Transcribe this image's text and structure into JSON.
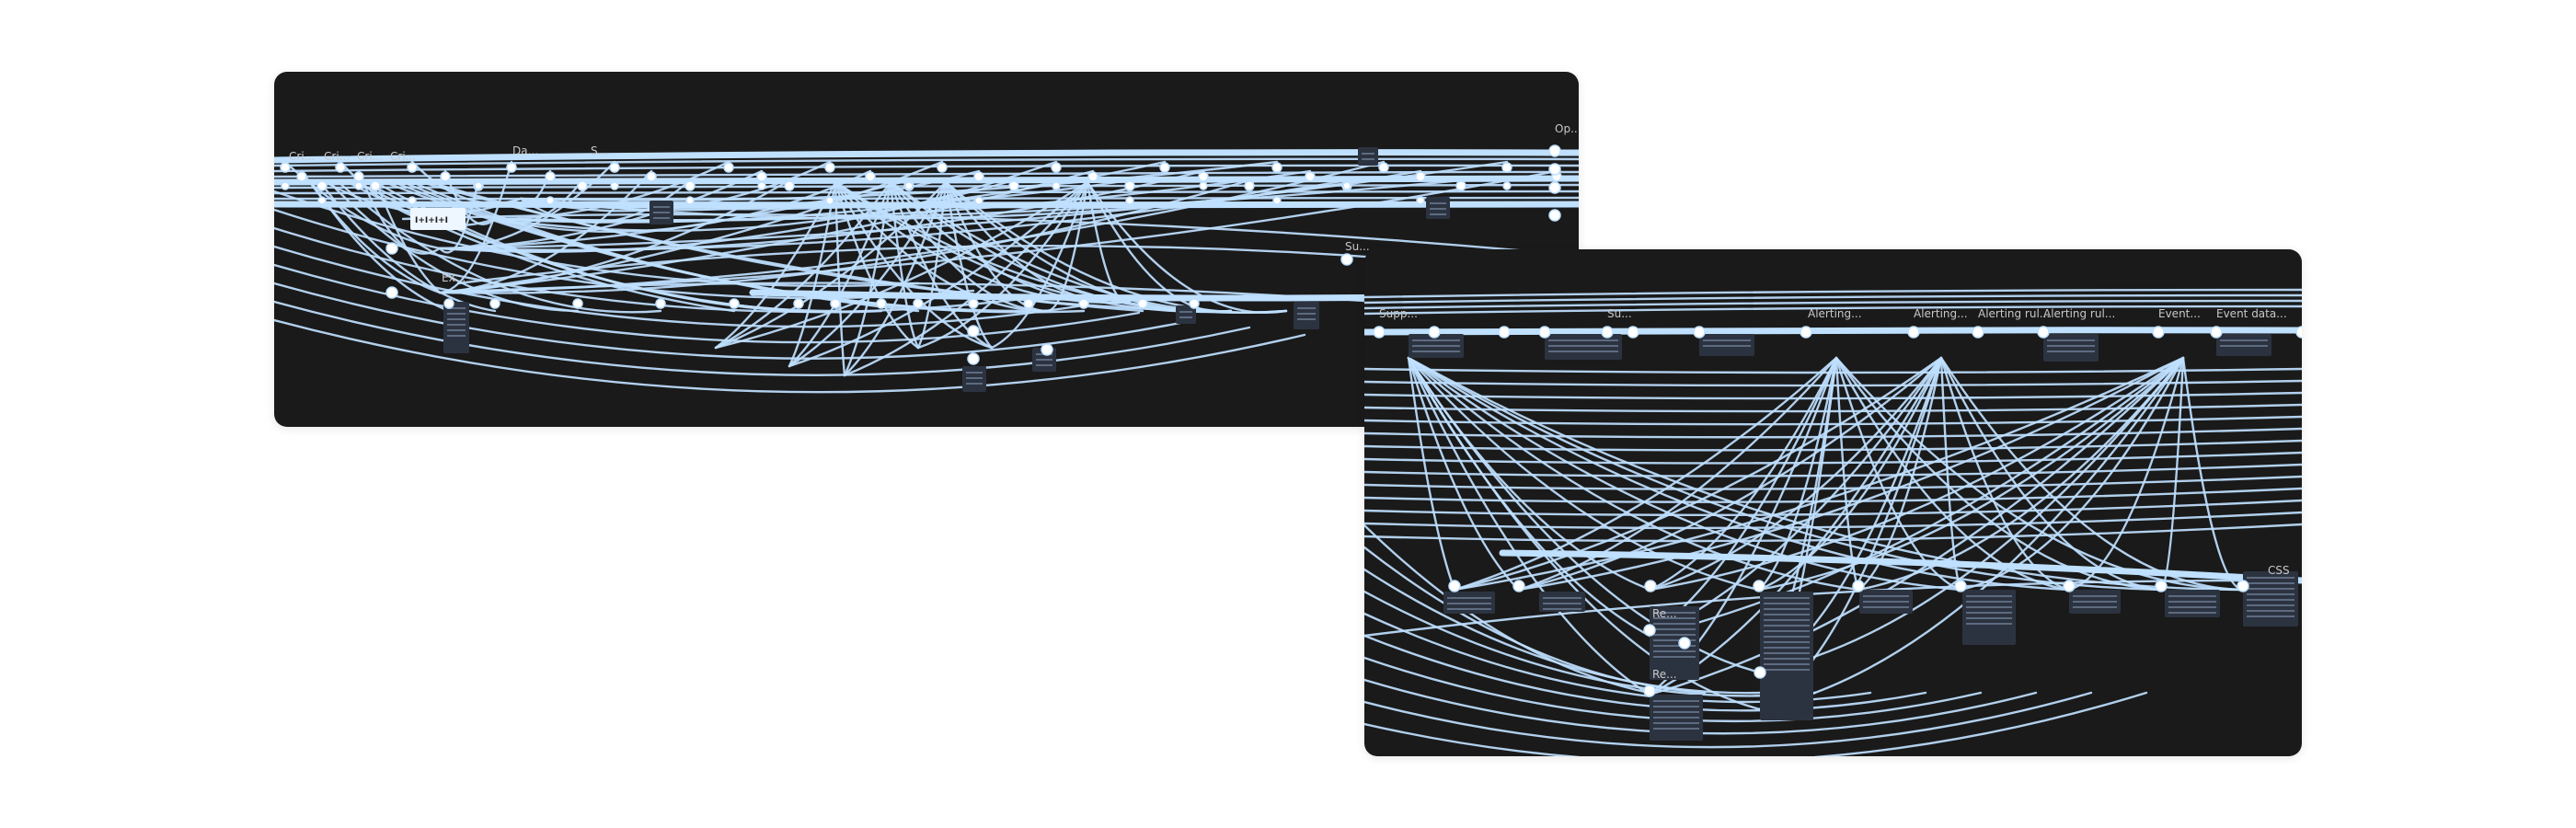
{
  "canvas": {
    "background": "#ffffff",
    "panel_background": "#1a1a1a",
    "edge_color": "#bfe0ff",
    "card_color": "#2c3340"
  },
  "panel_a": {
    "labels": [
      "Cri...",
      "Cri...",
      "Cri...",
      "Cri...",
      "Da...",
      "S...",
      "Ex...",
      "Su...",
      "Op..."
    ],
    "block_label": "I+I+I+I"
  },
  "panel_b": {
    "labels": [
      "Supp...",
      "Su...",
      "Alerting...",
      "Alerting...",
      "Alerting rul...",
      "Alerting rul...",
      "Event...",
      "Event data...",
      "Re...",
      "Re...",
      "CSS"
    ]
  }
}
